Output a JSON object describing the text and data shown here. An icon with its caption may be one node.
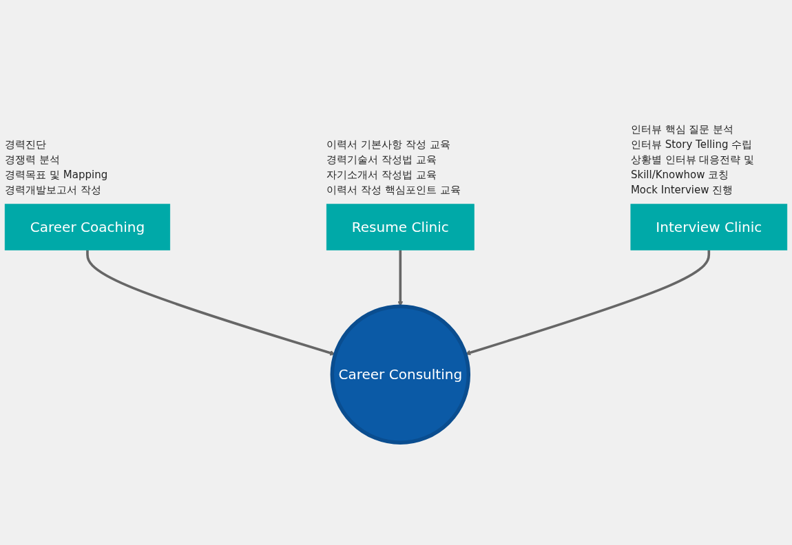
{
  "diagram": {
    "nodes": [
      {
        "text": [
          "Career Coaching"
        ],
        "beside": [
          "경력진단",
          "경쟁력 분석",
          "경력목표 및 Mapping",
          "경력개발보고서 작성"
        ]
      },
      {
        "text": [
          "Career Consulting"
        ]
      },
      {
        "text": [
          "Resume Clinic"
        ],
        "beside": [
          "이력서 기본사항 작성 교육",
          "경력기술서 작성법 교육",
          "자기소개서 작성법 교육",
          "이력서 작성 핵심포인트 교육"
        ]
      },
      {
        "text": [
          "Interview Clinic"
        ],
        "beside": [
          "인터뷰 핵심 질문 분석",
          "인터뷰 Story Telling 수립",
          "상황별 인터뷰 대응전략 및 Skill/Knowhow 코칭",
          "Mock Interview 진행"
        ]
      }
    ],
    "edges": [
      {
        "from": 0,
        "to": 1,
        "arrow": "to"
      },
      {
        "from": 2,
        "to": 1,
        "arrow": "to"
      },
      {
        "from": 3,
        "to": 1,
        "arrow": "to"
      }
    ]
  }
}
